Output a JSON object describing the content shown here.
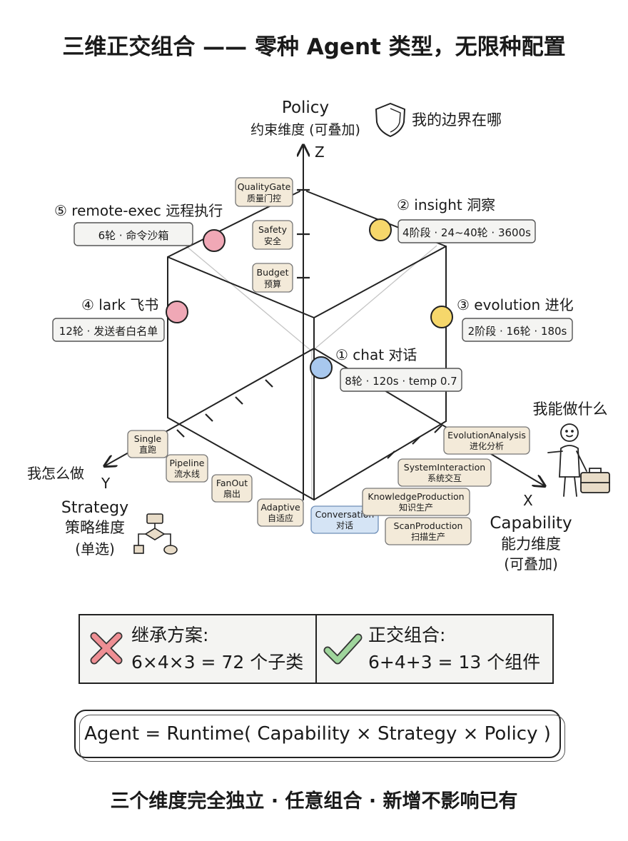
{
  "title": "三维正交组合 —— 零种 Agent 类型，无限种配置",
  "axes": {
    "z": {
      "letter": "Z",
      "name": "Policy",
      "subtitle": "约束维度 (可叠加)",
      "question": "我的边界在哪"
    },
    "y": {
      "letter": "Y",
      "name": "Strategy",
      "subtitle": "策略维度",
      "note": "(单选)",
      "question": "我怎么做"
    },
    "x": {
      "letter": "X",
      "name": "Capability",
      "subtitle": "能力维度",
      "note": "(可叠加)",
      "question": "我能做什么"
    }
  },
  "policy_ticks": [
    {
      "en": "QualityGate",
      "zh": "质量门控"
    },
    {
      "en": "Safety",
      "zh": "安全"
    },
    {
      "en": "Budget",
      "zh": "预算"
    }
  ],
  "strategy_ticks": [
    {
      "en": "Single",
      "zh": "直跑"
    },
    {
      "en": "Pipeline",
      "zh": "流水线"
    },
    {
      "en": "FanOut",
      "zh": "扇出"
    },
    {
      "en": "Adaptive",
      "zh": "自适应"
    }
  ],
  "capability_ticks": [
    {
      "en": "Conversation",
      "zh": "对话"
    },
    {
      "en": "ScanProduction",
      "zh": "扫描生产"
    },
    {
      "en": "KnowledgeProduction",
      "zh": "知识生产"
    },
    {
      "en": "SystemInteraction",
      "zh": "系统交互"
    },
    {
      "en": "EvolutionAnalysis",
      "zh": "进化分析"
    }
  ],
  "configs": [
    {
      "label": "① chat 对话",
      "detail": "8轮 · 120s · temp 0.7",
      "color": "#a8c8ee"
    },
    {
      "label": "② insight 洞察",
      "detail": "4阶段 · 24~40轮 · 3600s",
      "color": "#f6d76b"
    },
    {
      "label": "③ evolution 进化",
      "detail": "2阶段 · 16轮 · 180s",
      "color": "#f6d76b"
    },
    {
      "label": "④ lark 飞书",
      "detail": "12轮 · 发送者白名单",
      "color": "#f0a8b6"
    },
    {
      "label": "⑤ remote-exec 远程执行",
      "detail": "6轮 · 命令沙箱",
      "color": "#f0a8b6"
    }
  ],
  "comparison": {
    "inheritance": {
      "title": "继承方案:",
      "formula": "6×4×3 = 72 个子类"
    },
    "orthogonal": {
      "title": "正交组合:",
      "formula": "6+4+3 = 13 个组件"
    }
  },
  "formula": "Agent = Runtime( Capability × Strategy × Policy )",
  "footer": "三个维度完全独立 · 任意组合 · 新增不影响已有"
}
